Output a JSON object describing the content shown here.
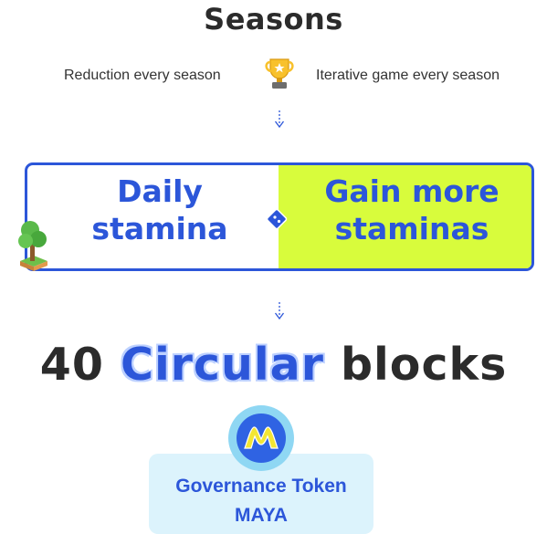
{
  "title": "Seasons",
  "subtitle_left": "Reduction every season",
  "subtitle_right": "Iterative game every season",
  "icons": {
    "trophy": "trophy-icon",
    "arrow": "arrow-down-icon",
    "diamond": "diamond-icon",
    "tree": "tree-icon",
    "logo": "maya-logo-icon"
  },
  "box": {
    "left_line1": "Daily",
    "left_line2": "stamina",
    "right_line1": "Gain more",
    "right_line2": "staminas"
  },
  "headline": {
    "part1": "40",
    "part2": "Circular",
    "part3": "blocks"
  },
  "token": {
    "line1": "Governance Token",
    "line2": "MAYA"
  },
  "colors": {
    "primary": "#2c56d9",
    "lime": "#d8fc3c",
    "dark": "#2b2b2b",
    "token_bg": "#dcf3fc",
    "logo_yellow": "#f3e634",
    "logo_blue": "#2f63e3"
  }
}
